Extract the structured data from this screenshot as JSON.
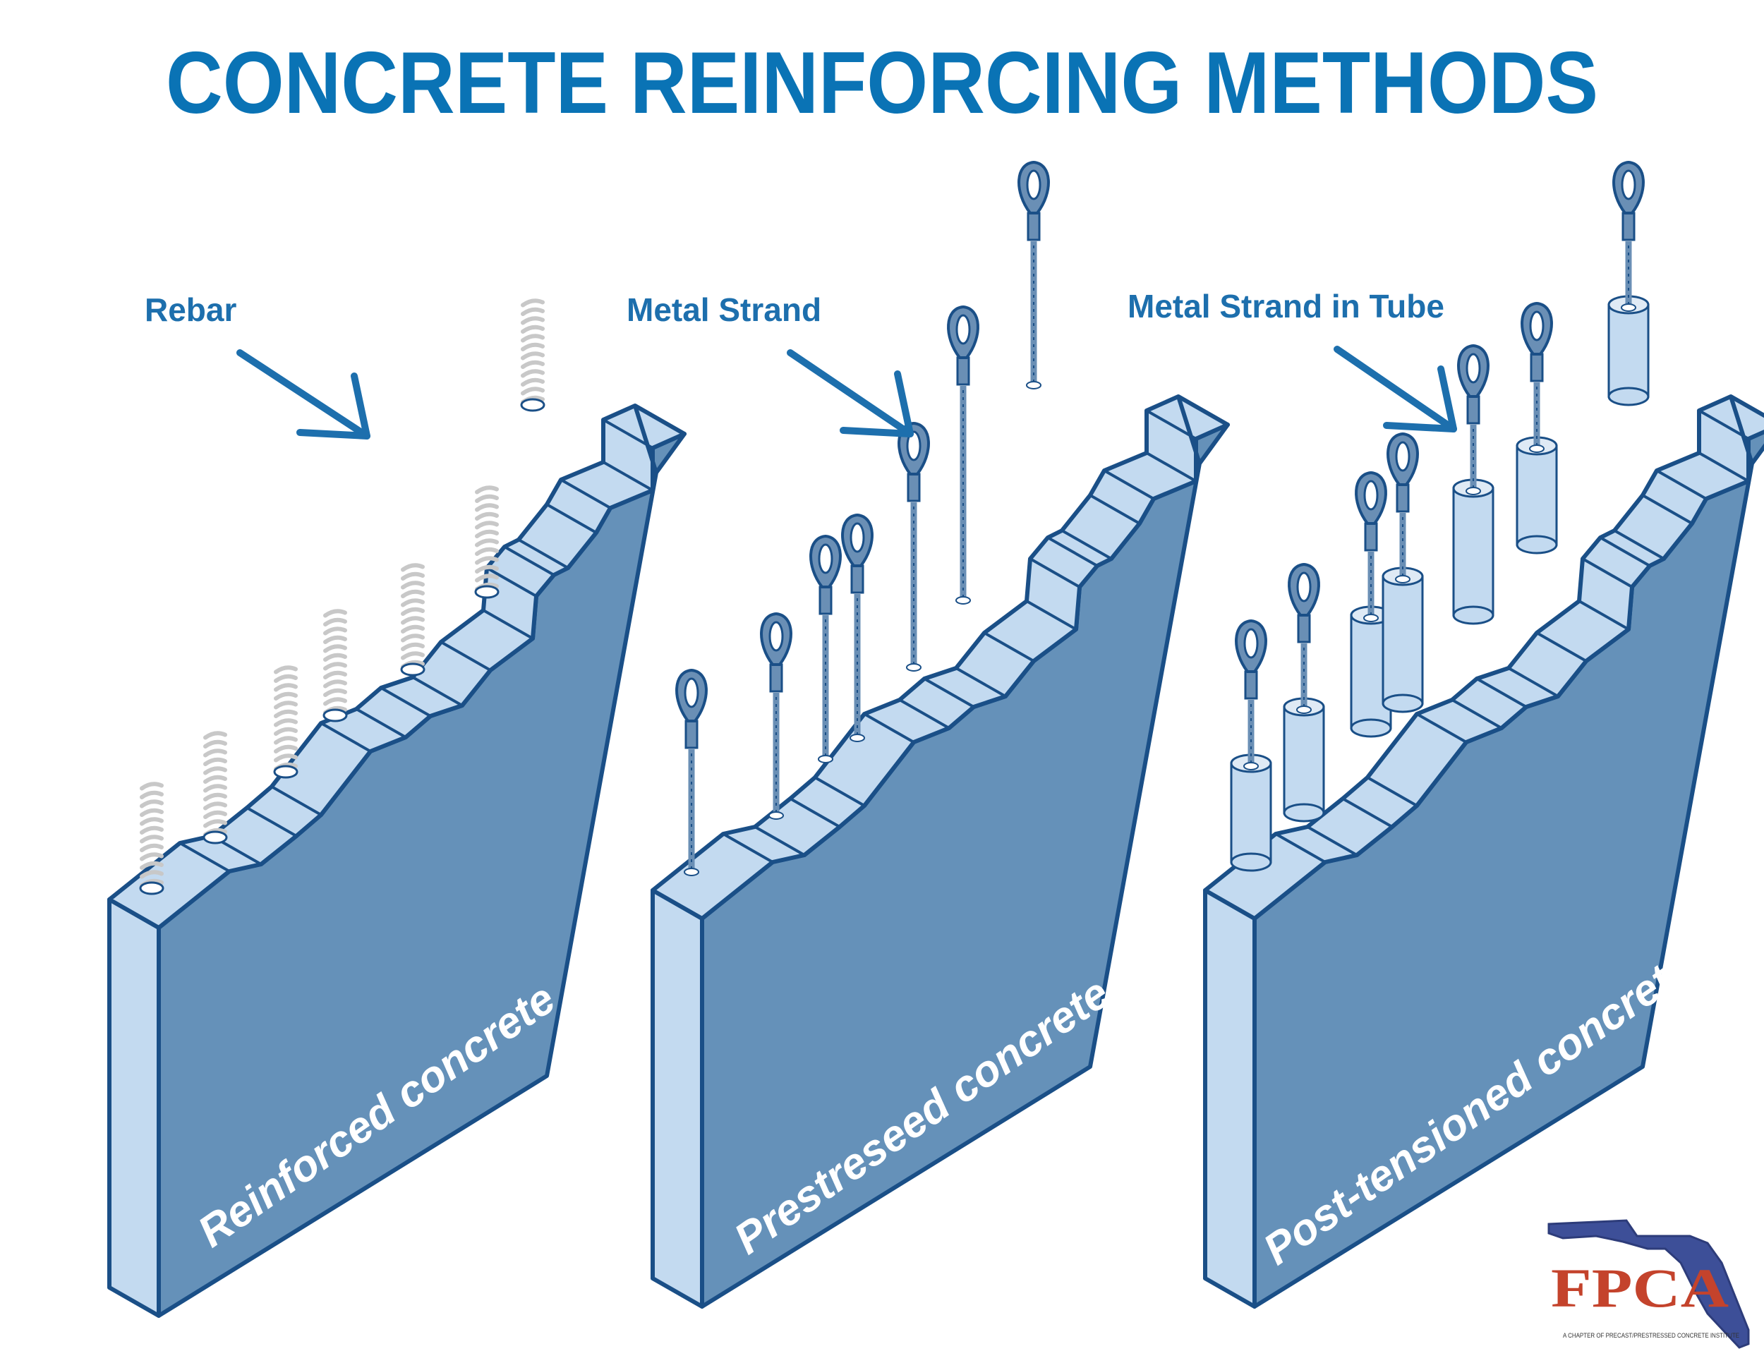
{
  "title": "CONCRETE REINFORCING METHODS",
  "panels": [
    {
      "callout": "Rebar",
      "wall_label": "Reinforced concrete",
      "kind": "rebar"
    },
    {
      "callout": "Metal Strand",
      "wall_label": "Prestreseed concrete",
      "kind": "strand"
    },
    {
      "callout": "Metal Strand in Tube",
      "wall_label": "Post-tensioned concrete",
      "kind": "tube"
    }
  ],
  "logo": {
    "letters": "FPCA",
    "tagline": "A CHAPTER OF PRECAST/PRESTRESSED CONCRETE INSTITUTE"
  },
  "colors": {
    "title": "#0a73b5",
    "callout": "#1d6fad",
    "wall_face": "#6591b9",
    "wall_light": "#c3daf0",
    "outline": "#1a4f87",
    "rebar": "#c8c8c8",
    "strand": "#6a8fb5",
    "logo_red": "#c4432c",
    "logo_blue": "#3d4f98"
  }
}
